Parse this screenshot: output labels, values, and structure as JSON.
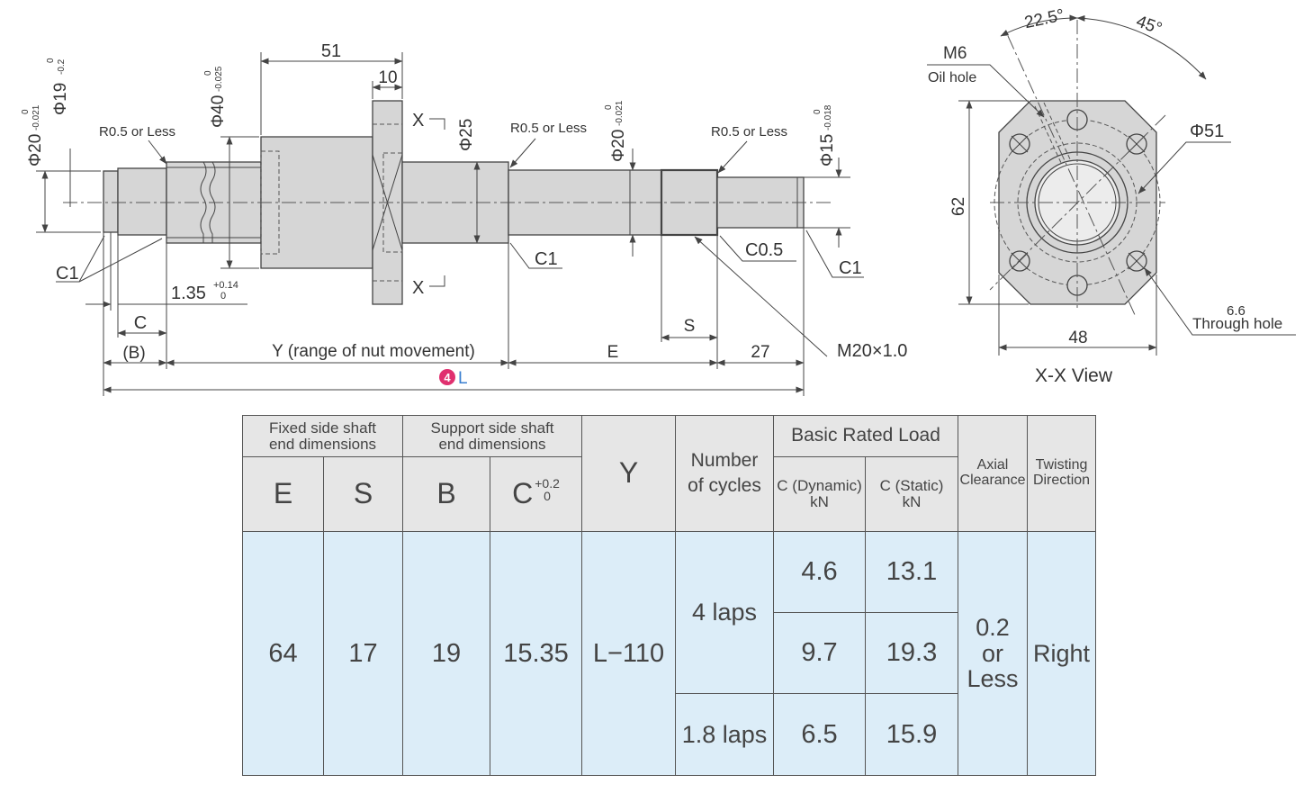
{
  "drawing": {
    "dims": {
      "d51": "51",
      "d10": "10",
      "x_top": "X",
      "x_bot": "X",
      "phi25": "Φ25",
      "r05_a": "R0.5 or Less",
      "r05_b": "R0.5 or Less",
      "r05_c": "R0.5 or Less",
      "phi20_l": "Φ20",
      "phi20_l_tol": "-0.021",
      "phi19": "Φ19",
      "phi19_tol": "-0.2",
      "phi40": "Φ40",
      "phi40_tol": "-0.025",
      "phi20_r": "Φ20",
      "phi20_r_tol": "-0.021",
      "phi15": "Φ15",
      "phi15_tol": "-0.018",
      "tol_zero": "0",
      "c1_a": "C1",
      "c1_b": "C1",
      "c1_c": "C1",
      "c05": "C0.5",
      "d135": "1.35",
      "d135_tol": "+0.14",
      "c_dim": "C",
      "b_dim": "(B)",
      "y_range": "Y (range of nut movement)",
      "e_dim": "E",
      "s_dim": "S",
      "d27": "27",
      "thread": "M20×1.0",
      "l_num": "4",
      "l_label": "L"
    },
    "xview": {
      "a225": "22.5°",
      "a45": "45°",
      "m6": "M6",
      "oil": "Oil hole",
      "phi51": "Φ51",
      "d62": "62",
      "d48": "48",
      "hole_dia": "6.6",
      "hole_txt": "Through hole",
      "title": "X-X View"
    }
  },
  "table": {
    "h_fixed": [
      "Fixed side shaft",
      "end dimensions"
    ],
    "h_support": [
      "Support side shaft",
      "end dimensions"
    ],
    "h_y": "Y",
    "h_cycles": [
      "Number",
      "of cycles"
    ],
    "h_load": "Basic Rated Load",
    "h_dyn": [
      "C (Dynamic)",
      "kN"
    ],
    "h_sta": [
      "C (Static)",
      "kN"
    ],
    "h_axial": [
      "Axial",
      "Clearance"
    ],
    "h_twist": [
      "Twisting",
      "Direction"
    ],
    "h_e": "E",
    "h_s": "S",
    "h_b": "B",
    "h_c": "C",
    "h_c_up": "+0.2",
    "h_c_lo": "0",
    "e": "64",
    "s": "17",
    "b": "19",
    "c": "15.35",
    "y": "L−110",
    "cyc1": "4 laps",
    "cyc2": "1.8 laps",
    "dyn1": "4.6",
    "sta1": "13.1",
    "dyn2": "9.7",
    "sta2": "19.3",
    "dyn3": "6.5",
    "sta3": "15.9",
    "axial": [
      "0.2",
      "or",
      "Less"
    ],
    "twist": "Right"
  },
  "colors": {
    "header_bg": "#e6e6e6",
    "body_bg": "#dcedf8",
    "l_badge": "#e0306f",
    "l_text": "#3a7fd0"
  }
}
